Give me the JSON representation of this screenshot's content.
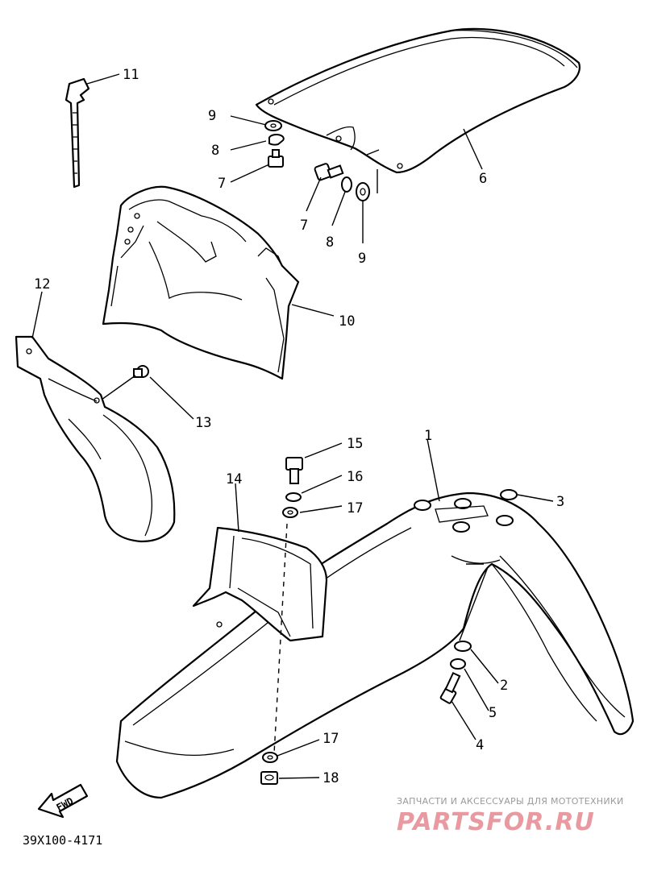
{
  "diagram": {
    "diagram_code": "39X100-4171",
    "forward_marker": "FWD",
    "callouts": {
      "c1": "1",
      "c2": "2",
      "c3": "3",
      "c4": "4",
      "c5": "5",
      "c6": "6",
      "c7a": "7",
      "c7b": "7",
      "c8a": "8",
      "c8b": "8",
      "c9a": "9",
      "c9b": "9",
      "c10": "10",
      "c11": "11",
      "c12": "12",
      "c13": "13",
      "c14": "14",
      "c15": "15",
      "c16": "16",
      "c17a": "17",
      "c17b": "17",
      "c18": "18"
    }
  },
  "watermark": {
    "caption": "ЗАПЧАСТИ И АКСЕССУАРЫ ДЛЯ МОТОТЕХНИКИ",
    "brand": "PARTSFOR.RU"
  }
}
